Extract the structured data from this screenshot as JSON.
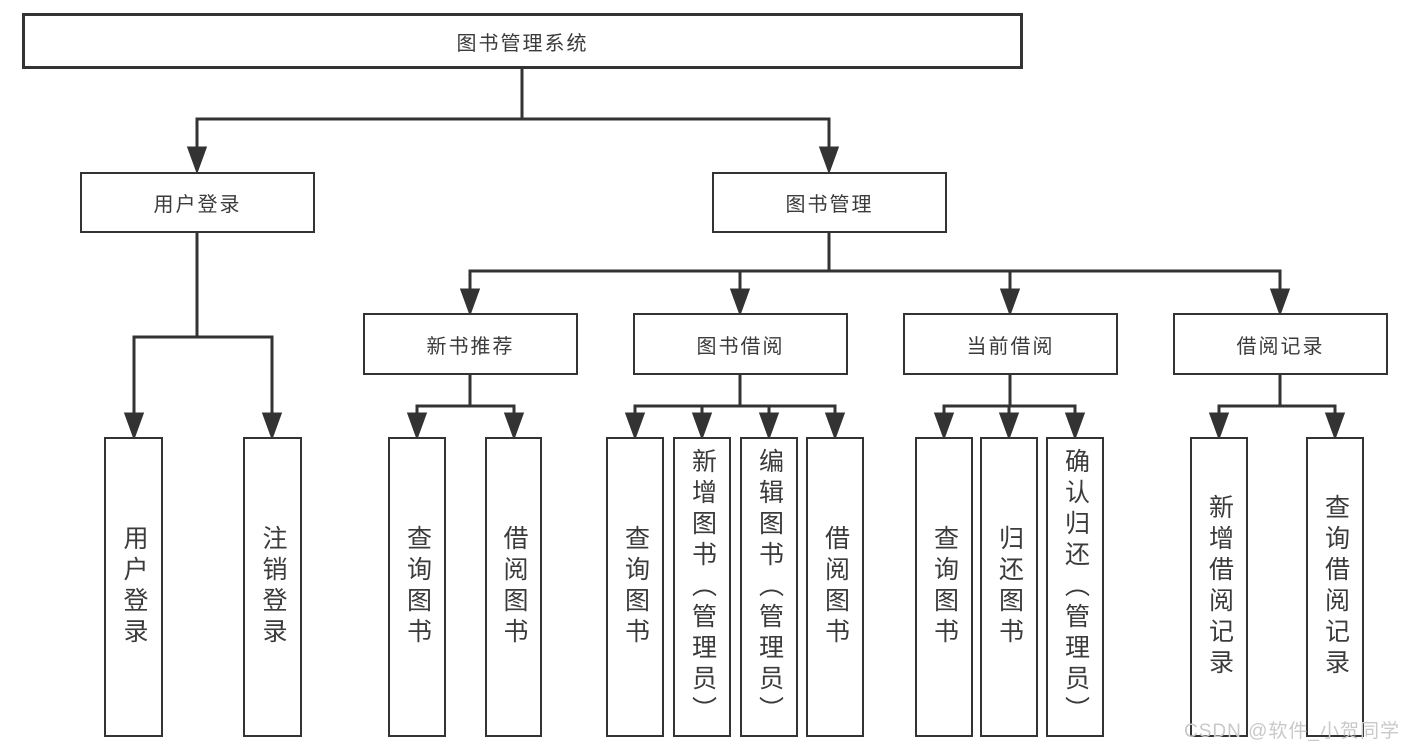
{
  "root": {
    "label": "图书管理系统"
  },
  "branches": {
    "user_login": {
      "label": "用户登录"
    },
    "book_mgmt": {
      "label": "图书管理"
    }
  },
  "modules": {
    "new_books": {
      "label": "新书推荐"
    },
    "book_borrow": {
      "label": "图书借阅"
    },
    "current_borrow": {
      "label": "当前借阅"
    },
    "borrow_records": {
      "label": "借阅记录"
    }
  },
  "leaves": {
    "login": {
      "label": "用户登录"
    },
    "logout": {
      "label": "注销登录"
    },
    "nb_query_books": {
      "label": "查询图书"
    },
    "nb_borrow_books": {
      "label": "借阅图书"
    },
    "bb_query_books": {
      "label": "查询图书"
    },
    "bb_add_books": {
      "label": "新增图书（管理员）"
    },
    "bb_edit_books": {
      "label": "编辑图书（管理员）"
    },
    "bb_borrow_books": {
      "label": "借阅图书"
    },
    "cb_query_books": {
      "label": "查询图书"
    },
    "cb_return_books": {
      "label": "归还图书"
    },
    "cb_confirm_return": {
      "label": "确认归还（管理员）"
    },
    "br_add_record": {
      "label": "新增借阅记录"
    },
    "br_query_record": {
      "label": "查询借阅记录"
    }
  },
  "watermark": {
    "text": "CSDN @软件_小贺同学"
  },
  "colors": {
    "line": "#333333",
    "text": "#3b3b3b",
    "box_background": "#ffffff",
    "watermark": "#c9c9c9",
    "page_background": "#ffffff"
  }
}
